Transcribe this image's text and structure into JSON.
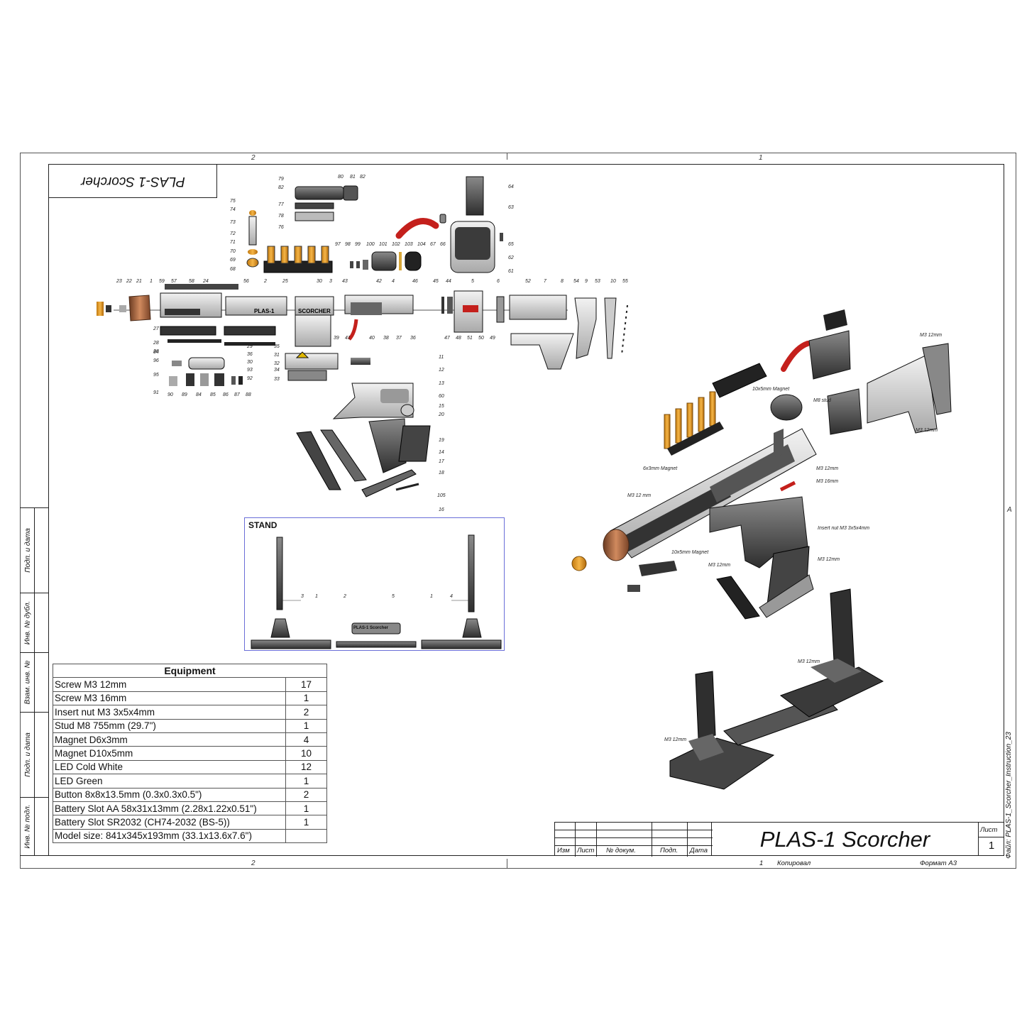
{
  "header": {
    "zone_top_left": "2",
    "zone_top_right": "1",
    "zone_bottom_left": "2",
    "zone_right_a": "A",
    "rotated_title": "PLAS-1 Scorcher"
  },
  "side_strip": [
    "Подп. и дата",
    "Инв. № дубл.",
    "Взам. инв. №",
    "Подп. и дата",
    "Инв. № подл."
  ],
  "stand": {
    "title": "STAND",
    "label_plate": "PLAS-1 Scorcher",
    "callouts": [
      "3",
      "1",
      "2",
      "5",
      "1",
      "4"
    ]
  },
  "equipment": {
    "title": "Equipment",
    "rows": [
      {
        "item": "Screw M3 12mm",
        "qty": "17"
      },
      {
        "item": "Screw M3 16mm",
        "qty": "1"
      },
      {
        "item": "Insert nut M3 3x5x4mm",
        "qty": "2"
      },
      {
        "item": "Stud M8 755mm (29.7\")",
        "qty": "1"
      },
      {
        "item": "Magnet D6x3mm",
        "qty": "4"
      },
      {
        "item": "Magnet D10x5mm",
        "qty": "10"
      },
      {
        "item": "LED Cold White",
        "qty": "12"
      },
      {
        "item": "LED Green",
        "qty": "1"
      },
      {
        "item": "Button 8x8x13.5mm (0.3x0.3x0.5\")",
        "qty": "2"
      },
      {
        "item": "Battery Slot AA 58x31x13mm (2.28x1.22x0.51\")",
        "qty": "1"
      },
      {
        "item": "Battery Slot SR2032 (CH74-2032 (BS-5))",
        "qty": "1"
      },
      {
        "item": "Model size: 841x345x193mm (33.1x13.6x7.6\")",
        "qty": ""
      }
    ]
  },
  "title_block": {
    "name": "PLAS-1 Scorcher",
    "sheet_label": "Лист",
    "sheet_number": "1",
    "col_izm": "Изм",
    "col_list": "Лист",
    "col_doc": "№ докум.",
    "col_podp": "Подп.",
    "col_data": "Дата",
    "copied_num": "1",
    "copied": "Копировал",
    "format": "Формат А3",
    "filename": "Файл: PLAS-1_Scorcher_Instruction_23"
  },
  "assembly_notes": {
    "n1": "M3 12mm",
    "n2": "10x5mm Magnet",
    "n3": "M8 stud",
    "n4": "6x3mm Magnet",
    "n5": "M3 12mm",
    "n6": "M3 12 mm",
    "n7": "M3 16mm",
    "n8": "Insert nut M3 3x5x4mm",
    "n9": "10x5mm Magnet",
    "n10": "M3 12mm",
    "n11": "M3 12mm",
    "n12": "M3 12mm",
    "n13": "M3 12mm",
    "n14": "M3 12mm"
  },
  "exploded_callouts": {
    "top_a": [
      "79",
      "80",
      "81",
      "82",
      "77",
      "78",
      "76",
      "64",
      "63"
    ],
    "col_a": [
      "75",
      "74",
      "73",
      "72",
      "71",
      "70",
      "69",
      "68"
    ],
    "mid_a": [
      "97",
      "98",
      "99",
      "100",
      "101",
      "102",
      "103",
      "104",
      "67",
      "66",
      "65",
      "62",
      "61"
    ],
    "row_main": [
      "23",
      "22",
      "21",
      "1",
      "59",
      "57",
      "58",
      "24",
      "56",
      "2",
      "25",
      "30",
      "3",
      "43",
      "42",
      "4",
      "46",
      "45",
      "44",
      "5",
      "6",
      "52",
      "7",
      "8",
      "54",
      "9",
      "53",
      "10",
      "55"
    ],
    "row_low": [
      "39",
      "41",
      "40",
      "38",
      "37",
      "36",
      "47",
      "48",
      "51",
      "50",
      "49"
    ],
    "left_col": [
      "27",
      "28",
      "29",
      "26",
      "35",
      "94",
      "36",
      "96",
      "30",
      "93",
      "95",
      "31",
      "32",
      "34",
      "33",
      "92",
      "91",
      "90",
      "89",
      "84",
      "85",
      "86",
      "87",
      "88"
    ],
    "grip": [
      "11",
      "12",
      "13",
      "60",
      "15",
      "20",
      "19",
      "14",
      "17",
      "18",
      "105",
      "16"
    ]
  }
}
